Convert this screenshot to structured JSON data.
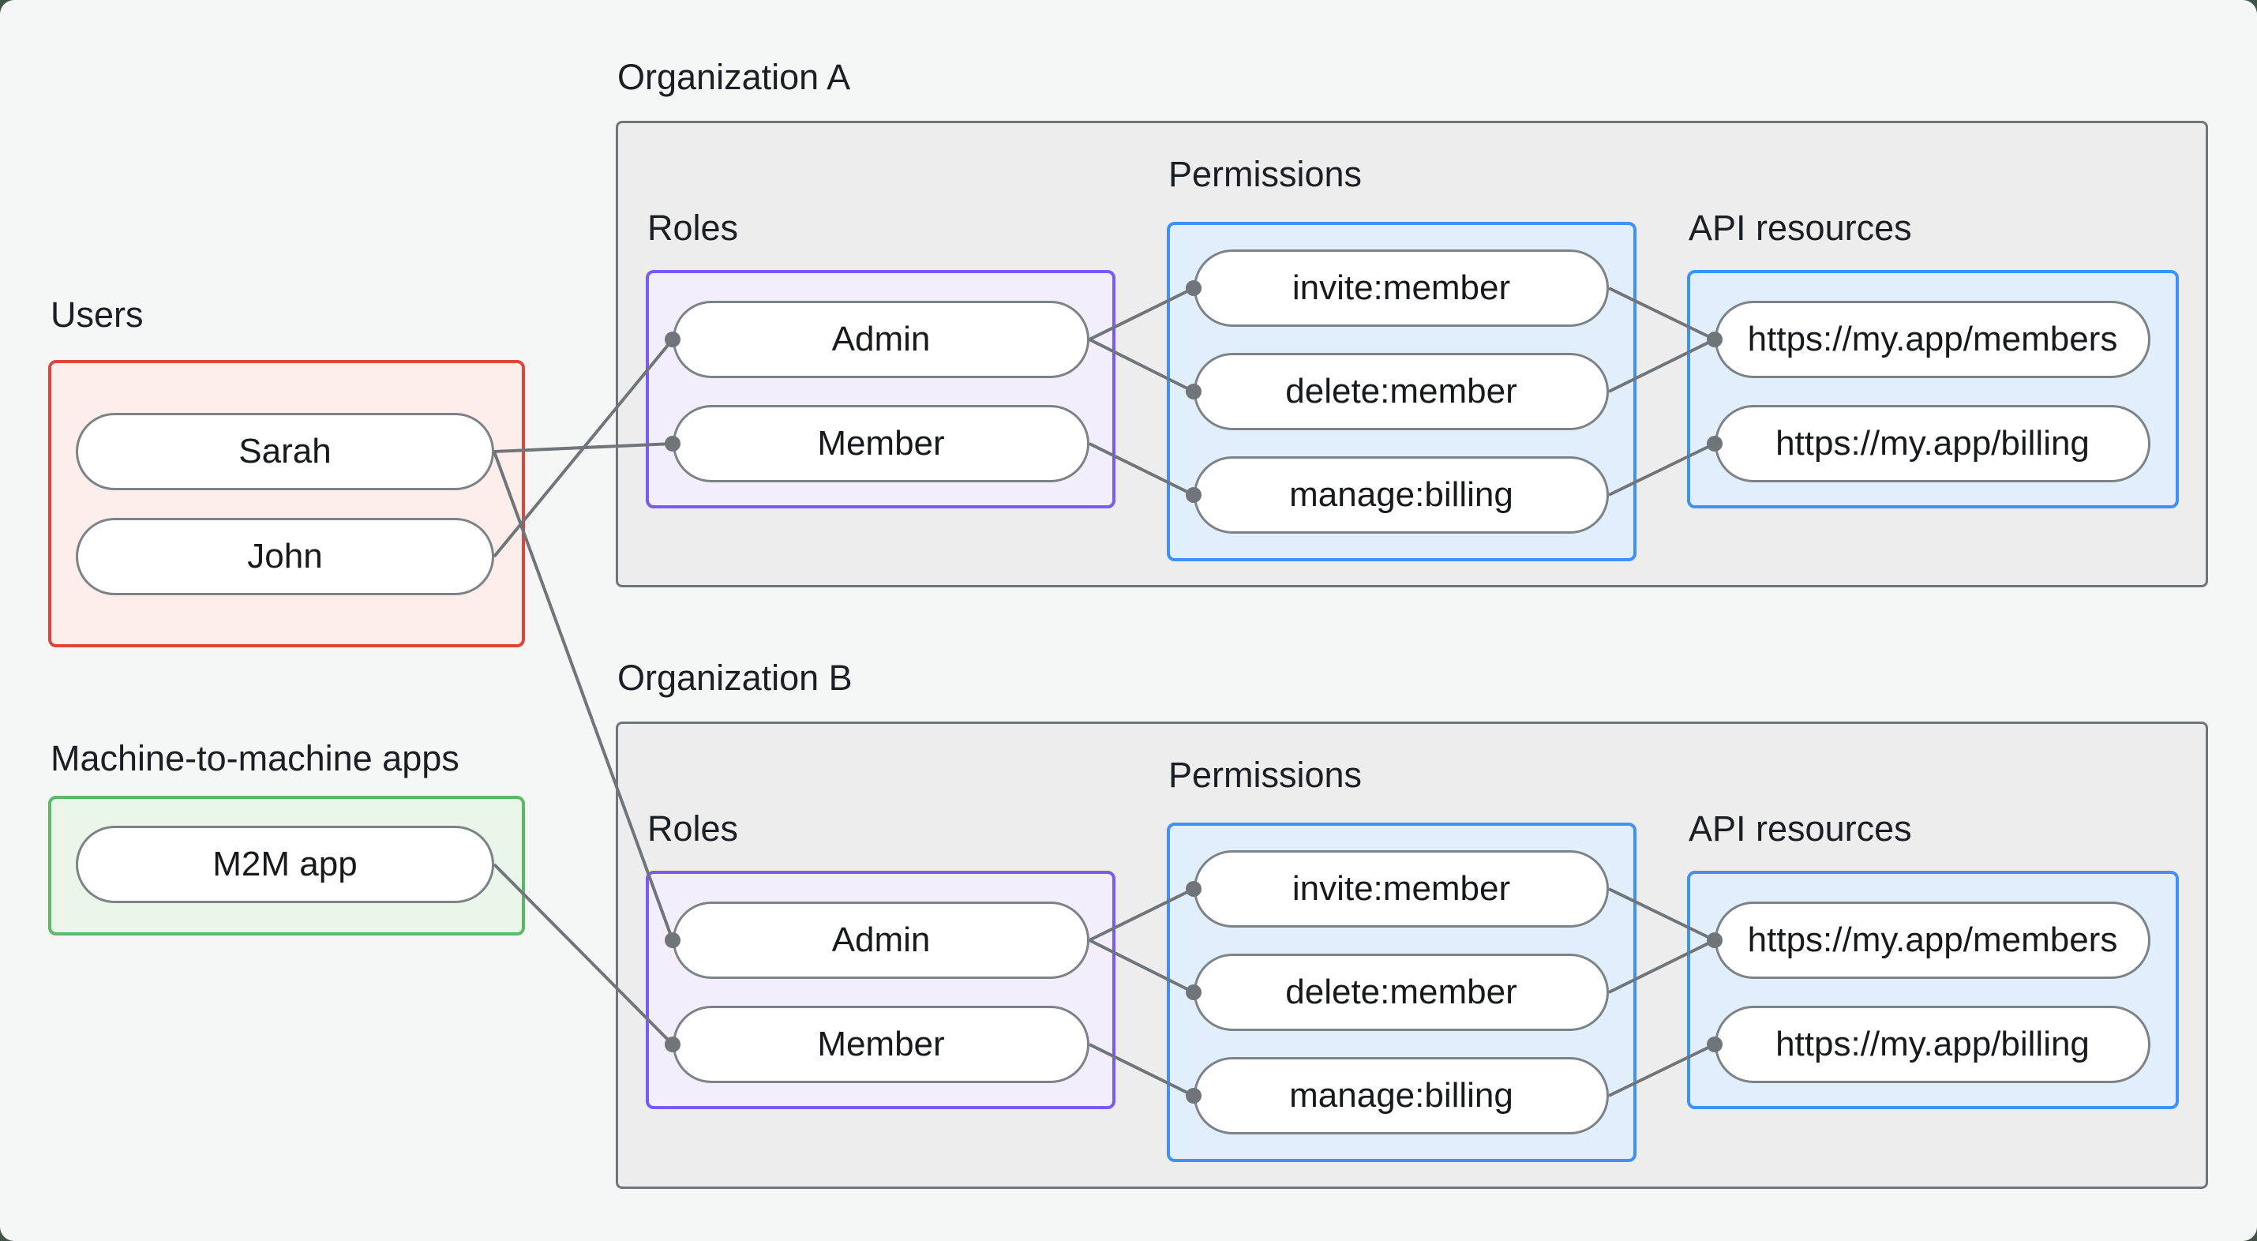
{
  "page": {
    "background": "#f5f7f7",
    "corner_background": "#3e5547"
  },
  "colors": {
    "org_box_fill": "#ededee",
    "org_box_border": "#70757a",
    "users_box_fill": "#fdeeec",
    "users_box_border": "#e0443e",
    "m2m_box_fill": "#eaf6ea",
    "m2m_box_border": "#5fb768",
    "roles_box_fill": "#f2eefc",
    "roles_box_border": "#7a5af5",
    "permissions_box_fill": "#e1effc",
    "permissions_box_border": "#4090f5",
    "pill_fill": "#ffffff",
    "pill_border": "#7d8286",
    "connector_line": "#70757a",
    "label_text": "#1b1f23",
    "pill_text": "#17191c"
  },
  "groups": {
    "users": {
      "title": "Users",
      "items": [
        {
          "id": "sarah",
          "label": "Sarah"
        },
        {
          "id": "john",
          "label": "John"
        }
      ]
    },
    "m2m": {
      "title": "Machine-to-machine apps",
      "items": [
        {
          "id": "m2m",
          "label": "M2M app"
        }
      ]
    },
    "orgA": {
      "title": "Organization A",
      "roles_title": "Roles",
      "permissions_title": "Permissions",
      "api_title": "API resources",
      "roles": [
        {
          "id": "orgA-admin",
          "label": "Admin"
        },
        {
          "id": "orgA-member",
          "label": "Member"
        }
      ],
      "permissions": [
        {
          "id": "orgA-invite",
          "label": "invite:member"
        },
        {
          "id": "orgA-delete",
          "label": "delete:member"
        },
        {
          "id": "orgA-manage",
          "label": "manage:billing"
        }
      ],
      "apis": [
        {
          "id": "orgA-members",
          "label": "https://my.app/members"
        },
        {
          "id": "orgA-billing",
          "label": "https://my.app/billing"
        }
      ]
    },
    "orgB": {
      "title": "Organization B",
      "roles_title": "Roles",
      "permissions_title": "Permissions",
      "api_title": "API resources",
      "roles": [
        {
          "id": "orgB-admin",
          "label": "Admin"
        },
        {
          "id": "orgB-member",
          "label": "Member"
        }
      ],
      "permissions": [
        {
          "id": "orgB-invite",
          "label": "invite:member"
        },
        {
          "id": "orgB-delete",
          "label": "delete:member"
        },
        {
          "id": "orgB-manage",
          "label": "manage:billing"
        }
      ],
      "apis": [
        {
          "id": "orgB-members",
          "label": "https://my.app/members"
        },
        {
          "id": "orgB-billing",
          "label": "https://my.app/billing"
        }
      ]
    }
  },
  "edges": [
    {
      "from": "sarah",
      "to": "orgA-member"
    },
    {
      "from": "john",
      "to": "orgA-admin"
    },
    {
      "from": "sarah",
      "to": "orgB-admin"
    },
    {
      "from": "m2m",
      "to": "orgB-member"
    },
    {
      "from": "orgA-admin",
      "to": "orgA-invite"
    },
    {
      "from": "orgA-admin",
      "to": "orgA-delete"
    },
    {
      "from": "orgA-member",
      "to": "orgA-manage"
    },
    {
      "from": "orgA-invite",
      "to": "orgA-members"
    },
    {
      "from": "orgA-delete",
      "to": "orgA-members"
    },
    {
      "from": "orgA-manage",
      "to": "orgA-billing"
    },
    {
      "from": "orgB-admin",
      "to": "orgB-invite"
    },
    {
      "from": "orgB-admin",
      "to": "orgB-delete"
    },
    {
      "from": "orgB-member",
      "to": "orgB-manage"
    },
    {
      "from": "orgB-invite",
      "to": "orgB-members"
    },
    {
      "from": "orgB-delete",
      "to": "orgB-members"
    },
    {
      "from": "orgB-manage",
      "to": "orgB-billing"
    }
  ]
}
